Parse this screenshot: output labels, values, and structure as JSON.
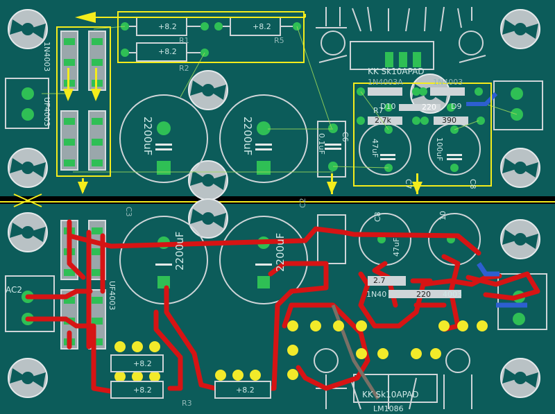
{
  "colors": {
    "board": "#0c5c5a",
    "silk": "#d8dde0",
    "trace": "#d61414",
    "highlight": "#f4ec1c",
    "pad": "#2fbf55",
    "yellow_pad": "#f2ea2a",
    "wire": "#7a7066",
    "blue_trace": "#2d5fd0"
  },
  "resistor_value": "+8.2",
  "cap_value": "2200uF",
  "labels": {
    "r1": "R1",
    "r2": "R2",
    "r5": "R5",
    "c6_value": "0.1uF",
    "c6": "C6",
    "c7_value": "47uF",
    "c7": "C7",
    "c8_value": "100uF",
    "c8": "C8",
    "d10": "D10",
    "d9": "D9",
    "r7": "R7",
    "r220": "220",
    "r2_7k": "2.7k",
    "r390": "390",
    "d_top_a": "1N4003A",
    "d_top_b": "1N4003",
    "reg": "KK  Sk10APAD",
    "c3": "C3",
    "c2": "C2",
    "ac2": "AC2",
    "lm": "LM1086",
    "d_left_a": "UF4003",
    "d_left_b": "1N4003",
    "r3": "R3",
    "v8_2": "+8.2",
    "bot_47": "47uF",
    "bot_10": "10",
    "bot_2_7": "2.7",
    "bot_c8": "C8",
    "bot_220": "220",
    "bot_4003": "4003",
    "bot_1n": "1N40"
  }
}
